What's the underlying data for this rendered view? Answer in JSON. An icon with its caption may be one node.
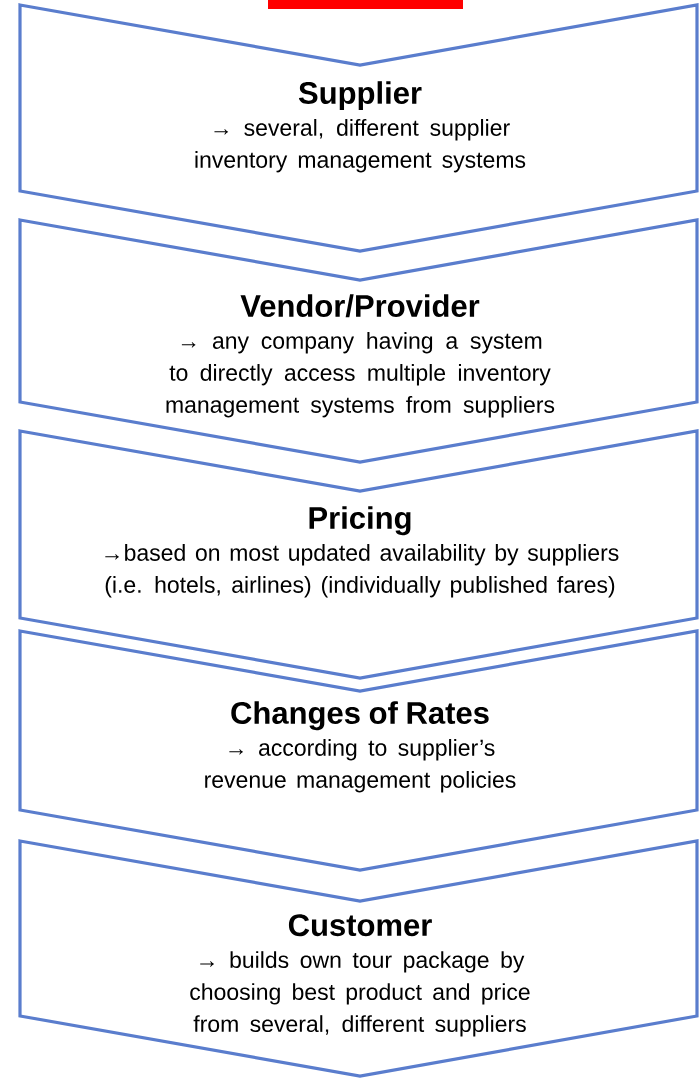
{
  "diagram": {
    "nodes": [
      {
        "text": [
          "Supplier",
          "→ several, different supplier inventory management systems"
        ]
      },
      {
        "text": [
          "Vendor/Provider",
          "→ any company having a system to directly access multiple inventory management systems from suppliers"
        ]
      },
      {
        "text": [
          "Pricing",
          "→based on most updated availability by suppliers (i.e. hotels, airlines) (individually published fares)"
        ]
      },
      {
        "text": [
          "Changes of Rates",
          "→ according to supplier’s revenue management policies"
        ]
      },
      {
        "text": [
          "Customer",
          "→ builds own tour package by choosing best product and price from several, different suppliers"
        ]
      }
    ]
  }
}
